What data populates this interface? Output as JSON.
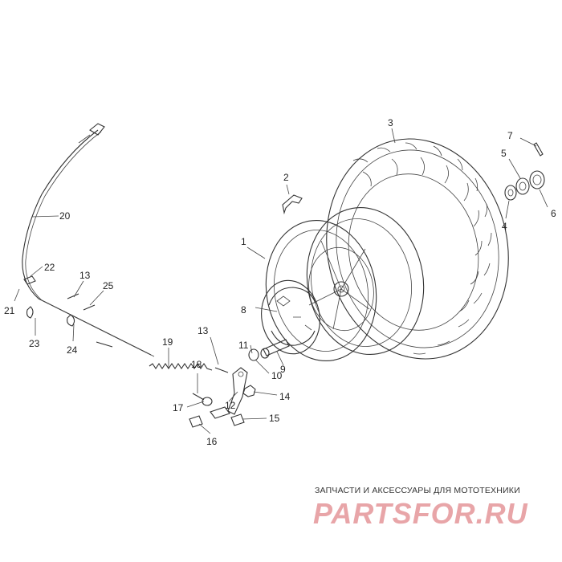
{
  "diagram": {
    "labels": [
      {
        "id": "1",
        "text": "1"
      },
      {
        "id": "2",
        "text": "2"
      },
      {
        "id": "3",
        "text": "3"
      },
      {
        "id": "4",
        "text": "4"
      },
      {
        "id": "5",
        "text": "5"
      },
      {
        "id": "6",
        "text": "6"
      },
      {
        "id": "7",
        "text": "7"
      },
      {
        "id": "8",
        "text": "8"
      },
      {
        "id": "9",
        "text": "9"
      },
      {
        "id": "10",
        "text": "10"
      },
      {
        "id": "11",
        "text": "11"
      },
      {
        "id": "12",
        "text": "12"
      },
      {
        "id": "13a",
        "text": "13"
      },
      {
        "id": "13b",
        "text": "13"
      },
      {
        "id": "14",
        "text": "14"
      },
      {
        "id": "15",
        "text": "15"
      },
      {
        "id": "16",
        "text": "16"
      },
      {
        "id": "17",
        "text": "17"
      },
      {
        "id": "18",
        "text": "18"
      },
      {
        "id": "19",
        "text": "19"
      },
      {
        "id": "20",
        "text": "20"
      },
      {
        "id": "21",
        "text": "21"
      },
      {
        "id": "22",
        "text": "22"
      },
      {
        "id": "23",
        "text": "23"
      },
      {
        "id": "24",
        "text": "24"
      },
      {
        "id": "25",
        "text": "25"
      }
    ]
  },
  "watermark": {
    "tagline": "ЗАПЧАСТИ И АКСЕССУАРЫ ДЛЯ МОТОТЕХНИКИ",
    "logo_text": "PARTSFOR.RU",
    "logo_color": "#e8a5a8"
  }
}
